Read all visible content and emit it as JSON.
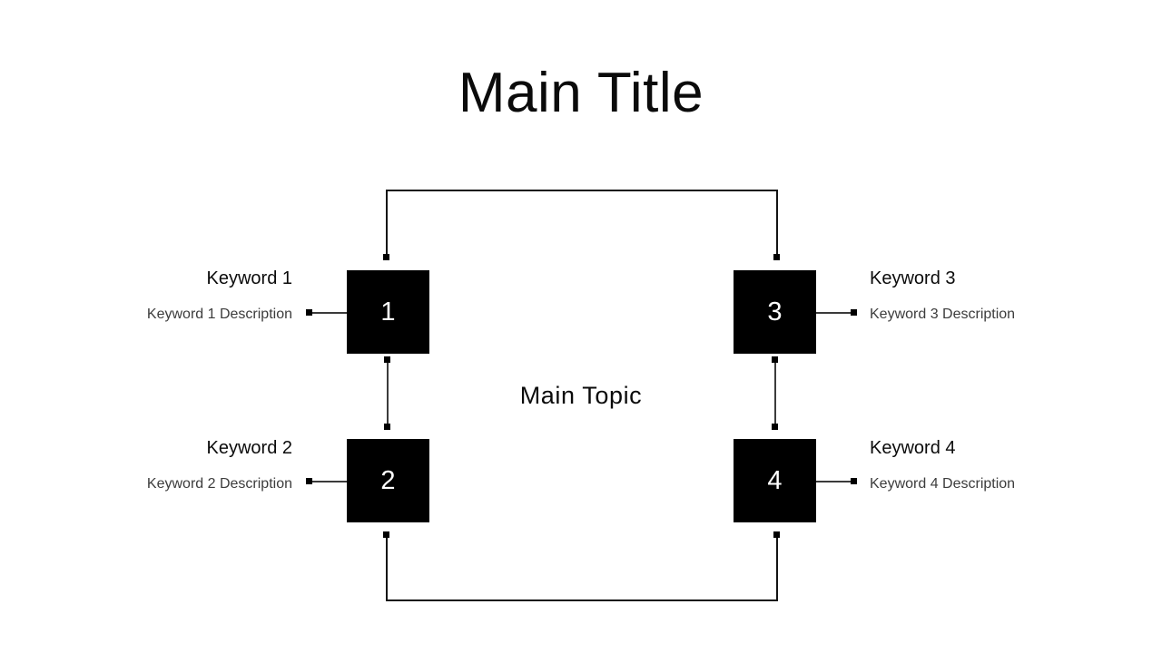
{
  "page": {
    "background_color": "#ffffff",
    "title": "Main Title",
    "center_label": "Main Topic"
  },
  "diagram": {
    "type": "cycle-four-step",
    "accent_color": "#000000",
    "line_color": "#3b3b3b",
    "nodes": [
      {
        "id": "node-1",
        "number": "1",
        "keyword": "Keyword 1",
        "description": "Keyword 1 Description",
        "side": "left",
        "row": "top"
      },
      {
        "id": "node-2",
        "number": "2",
        "keyword": "Keyword 2",
        "description": "Keyword 2 Description",
        "side": "left",
        "row": "bottom"
      },
      {
        "id": "node-3",
        "number": "3",
        "keyword": "Keyword 3",
        "description": "Keyword 3 Description",
        "side": "right",
        "row": "top"
      },
      {
        "id": "node-4",
        "number": "4",
        "keyword": "Keyword 4",
        "description": "Keyword 4 Description",
        "side": "right",
        "row": "bottom"
      }
    ]
  }
}
